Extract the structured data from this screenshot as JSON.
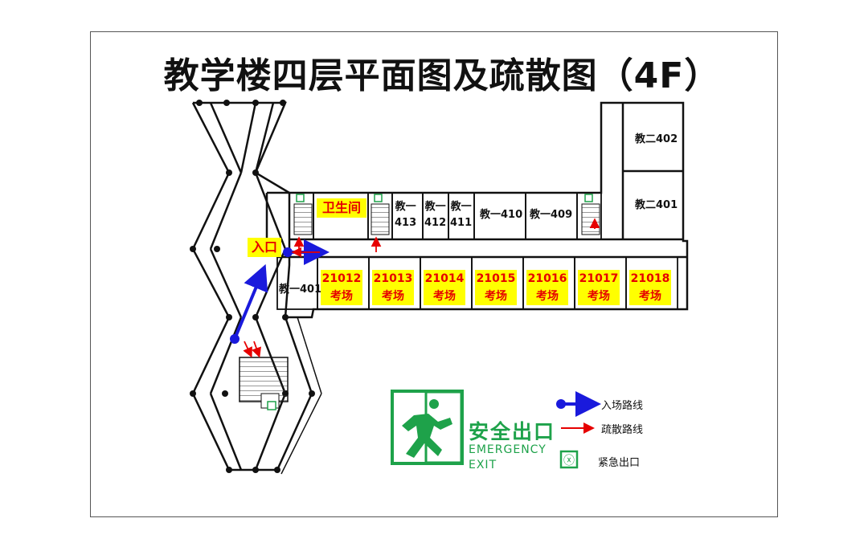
{
  "title": "教学楼四层平面图及疏散图（4F）",
  "rooms_top": [
    {
      "id": "413",
      "label_line1": "教一",
      "label_line2": "413"
    },
    {
      "id": "412",
      "label_line1": "教一",
      "label_line2": "412"
    },
    {
      "id": "411",
      "label_line1": "教一",
      "label_line2": "411"
    },
    {
      "id": "410",
      "label": "教一410"
    },
    {
      "id": "409",
      "label": "教一409"
    }
  ],
  "rooms_east": [
    {
      "id": "402",
      "label": "教二402"
    },
    {
      "id": "401",
      "label": "教二401"
    }
  ],
  "room_west": {
    "label": "教一401"
  },
  "restroom": "卫生间",
  "entrance": "入口",
  "exam_rooms": [
    {
      "number": "21012",
      "caption": "考场"
    },
    {
      "number": "21013",
      "caption": "考场"
    },
    {
      "number": "21014",
      "caption": "考场"
    },
    {
      "number": "21015",
      "caption": "考场"
    },
    {
      "number": "21016",
      "caption": "考场"
    },
    {
      "number": "21017",
      "caption": "考场"
    },
    {
      "number": "21018",
      "caption": "考场"
    }
  ],
  "exit_sign": {
    "cn": "安全出口",
    "en_line1": "EMERGENCY",
    "en_line2": "EXIT"
  },
  "legend": [
    {
      "key": "entry",
      "label": "入场路线",
      "color": "#1a1adc"
    },
    {
      "key": "evac",
      "label": "疏散路线",
      "color": "#e60000"
    },
    {
      "key": "emergency",
      "label": "紧急出口",
      "color": "#1ea24a"
    }
  ],
  "colors": {
    "exam_bg": "#ffff00",
    "exam_text": "#e60000",
    "exit_green": "#1ea24a",
    "entry_blue": "#1a1adc",
    "evac_red": "#e60000"
  }
}
